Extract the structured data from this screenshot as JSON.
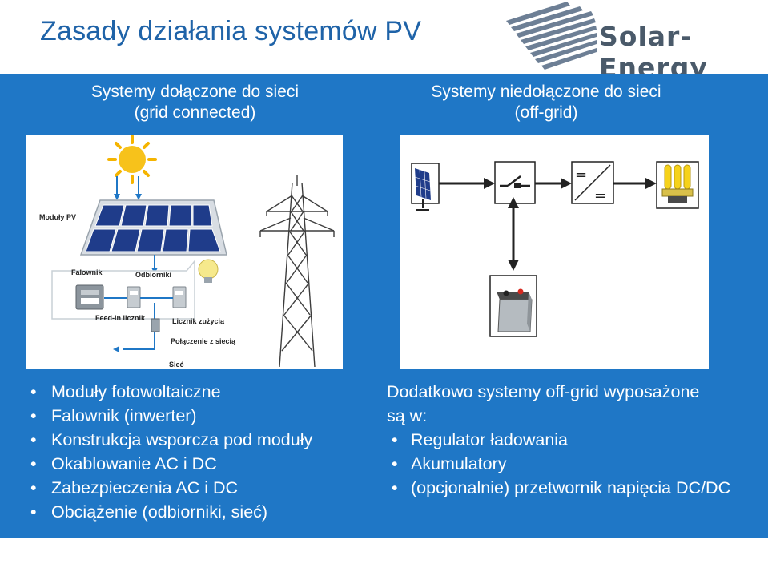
{
  "slide": {
    "title": "Zasady działania systemów PV",
    "logo": {
      "text": "Solar-Energy",
      "colors": {
        "stripes": "#6d7f95",
        "text": "#4a5a6a"
      }
    },
    "colors": {
      "title": "#1f63a8",
      "panel": "#1f77c6",
      "text": "#ffffff"
    }
  },
  "left": {
    "heading_line1": "Systemy dołączone do sieci",
    "heading_line2": "(grid connected)",
    "diagram": {
      "labels": {
        "modules": "Moduły PV",
        "inverter": "Falownik",
        "loads": "Odbiorniki",
        "feed_in_meter": "Feed-in licznik",
        "consumption_meter": "Licznik zużycia",
        "grid_connection": "Połączenie z siecią",
        "grid": "Sieć"
      },
      "icons": [
        "sun-icon",
        "solar-panel-icon",
        "inverter-icon",
        "meter-icon",
        "light-bulb-icon",
        "power-pylon-icon"
      ]
    },
    "bullets": [
      "Moduły fotowoltaiczne",
      "Falownik (inwerter)",
      "Konstrukcja wsporcza pod moduły",
      "Okablowanie AC i DC",
      "Zabezpieczenia AC i DC",
      "Obciążenie (odbiorniki, sieć)"
    ]
  },
  "right": {
    "heading_line1": "Systemy niedołączone do sieci",
    "heading_line2": "(off-grid)",
    "diagram": {
      "converter_symbol_top": "=",
      "converter_symbol_bottom": "=",
      "icons": [
        "pv-module-icon",
        "charge-regulator-switch-icon",
        "dc-dc-converter-icon",
        "cfl-bulb-icon",
        "battery-icon"
      ]
    },
    "intro_line1": "Dodatkowo systemy off-grid wyposażone",
    "intro_line2": "są w:",
    "bullets": [
      "Regulator ładowania",
      "Akumulatory",
      "(opcjonalnie) przetwornik napięcia DC/DC"
    ]
  }
}
